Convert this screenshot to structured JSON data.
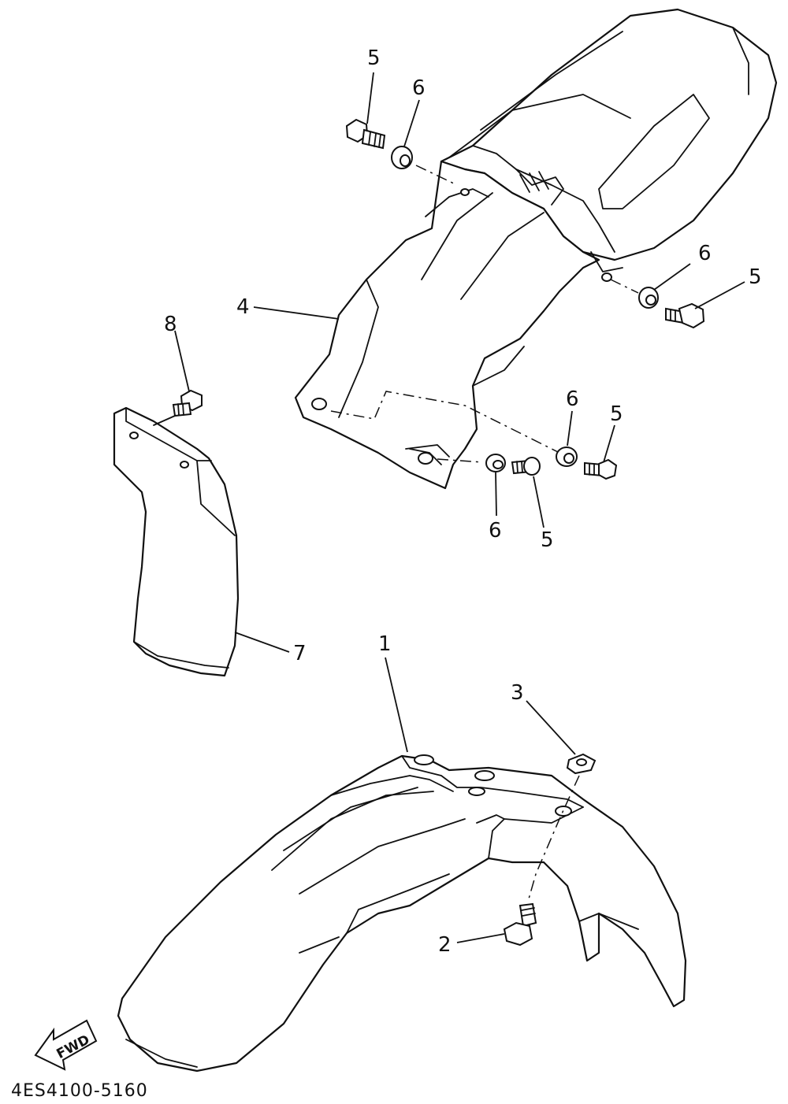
{
  "diagram": {
    "callouts": {
      "c1": "1",
      "c2": "2",
      "c3": "3",
      "c4": "4",
      "c5a": "5",
      "c5b": "5",
      "c5c": "5",
      "c5d": "5",
      "c6a": "6",
      "c6b": "6",
      "c6c": "6",
      "c6d": "6",
      "c7": "7",
      "c8": "8"
    },
    "fwd_label": "FWD",
    "drawing_code": "4ES4100-5160"
  }
}
